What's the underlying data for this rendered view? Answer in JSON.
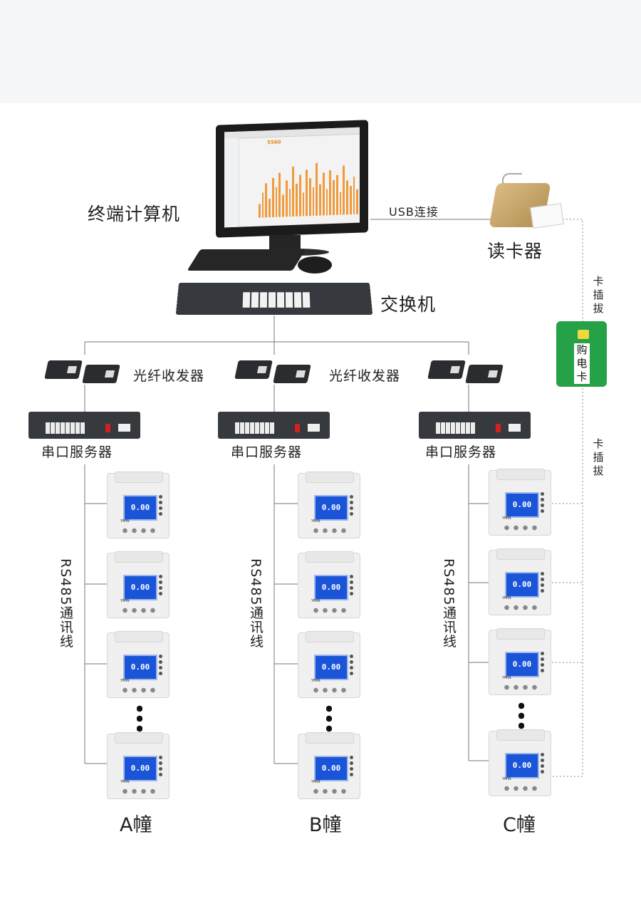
{
  "labels": {
    "terminal_pc": "终端计算机",
    "usb_connection": "USB连接",
    "card_reader": "读卡器",
    "switch": "交换机",
    "fiber_transceiver_1": "光纤收发器",
    "fiber_transceiver_2": "光纤收发器",
    "card_insert_top": "卡插拔",
    "card_insert_bottom": "卡插拔",
    "power_card": "购电卡",
    "serial_server_a": "串口服务器",
    "serial_server_b": "串口服务器",
    "serial_server_c": "串口服务器",
    "rs485_a": "RS485通讯线",
    "rs485_b": "RS485通讯线",
    "rs485_c": "RS485通讯线",
    "building_a": "A幢",
    "building_b": "B幢",
    "building_c": "C幢"
  },
  "screen": {
    "number": "5560"
  },
  "meter": {
    "reading": "0.00",
    "brand": "YMIN"
  },
  "colors": {
    "card_green": "#25a247",
    "lcd_blue": "#1a54d9",
    "chart_orange": "#f09a3a",
    "reader_gold": "#c9a76a"
  }
}
